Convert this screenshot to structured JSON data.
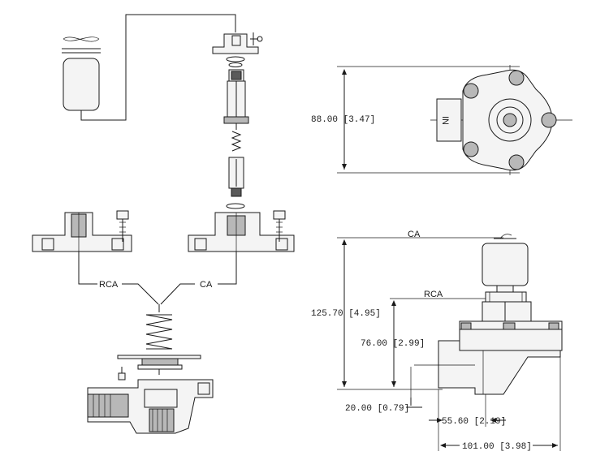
{
  "labels": {
    "rca_left": "RCA",
    "ca_left": "CA",
    "ca_right": "CA",
    "rca_right": "RCA",
    "in_mark": "IN"
  },
  "dimensions": {
    "top_height": "88.00 [3.47]",
    "overall_height": "125.70 [4.95]",
    "rca_height": "76.00 [2.99]",
    "base_offset": "20.00 [0.79]",
    "port_offset": "55.60 [2.19]",
    "overall_width": "101.00 [3.98]"
  }
}
